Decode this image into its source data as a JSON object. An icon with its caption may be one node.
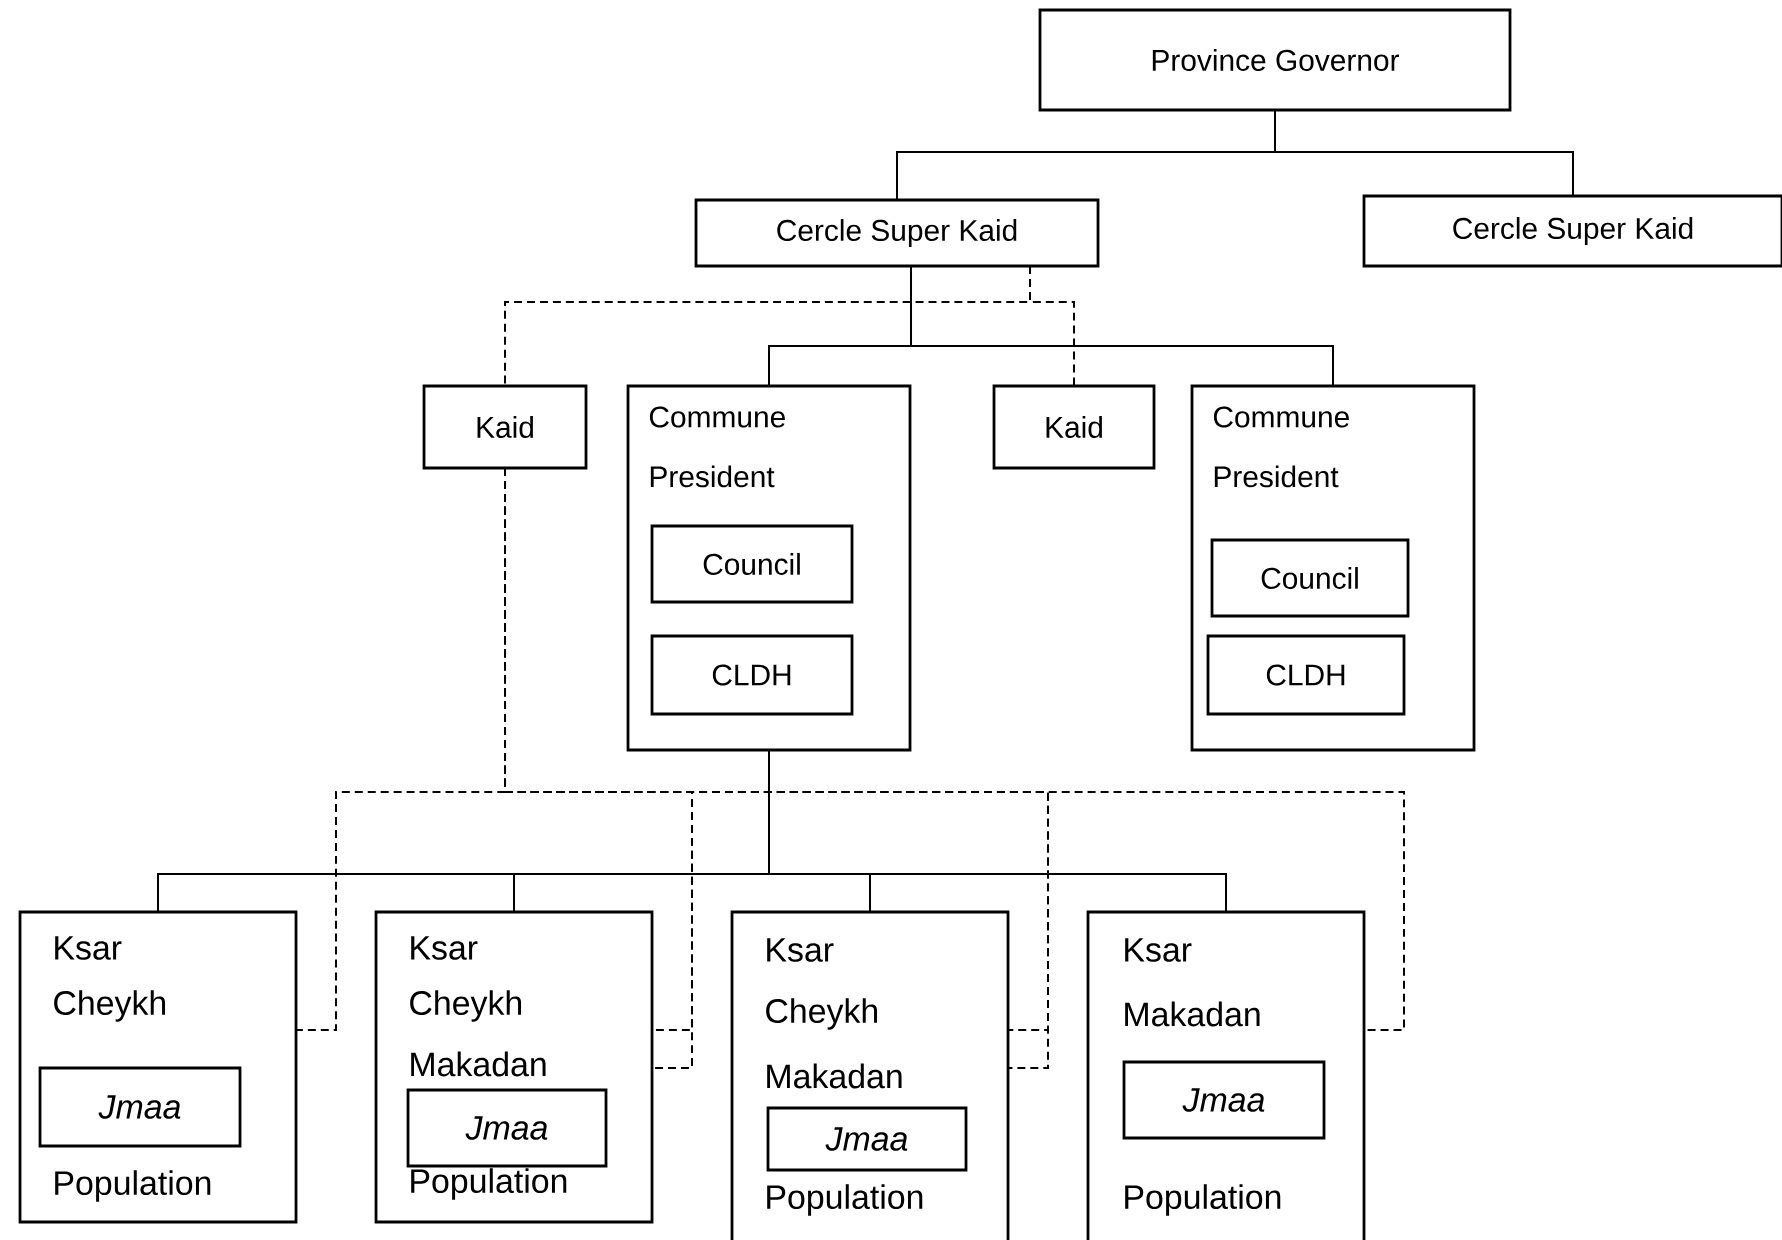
{
  "diagram": {
    "nodes": [
      {
        "text": [
          "Province Governor"
        ]
      },
      {
        "text": [
          "Cercle Super Kaid"
        ]
      },
      {
        "text": [
          "Cercle Super Kaid"
        ]
      },
      {
        "text": [
          "Kaid"
        ]
      },
      {
        "text": [
          "Commune President"
        ]
      },
      {
        "text": [
          "Council"
        ],
        "in": 4
      },
      {
        "text": [
          "CLDH"
        ],
        "in": 4
      },
      {
        "text": [
          "Kaid"
        ]
      },
      {
        "text": [
          "Commune President"
        ]
      },
      {
        "text": [
          "Council"
        ],
        "in": 8
      },
      {
        "text": [
          "CLDH"
        ],
        "in": 8
      },
      {
        "text": [
          "Ksar",
          "Cheykh",
          "Population"
        ]
      },
      {
        "text": [
          "Jmaa"
        ],
        "in": 11
      },
      {
        "text": [
          "Ksar",
          "Cheykh",
          "Makadan",
          "Population"
        ]
      },
      {
        "text": [
          "Jmaa"
        ],
        "in": 13
      },
      {
        "text": [
          "Ksar",
          "Cheykh",
          "Makadan",
          "Population"
        ]
      },
      {
        "text": [
          "Jmaa"
        ],
        "in": 15
      },
      {
        "text": [
          "Ksar",
          "Makadan",
          "Population"
        ]
      },
      {
        "text": [
          "Jmaa"
        ],
        "in": 17
      }
    ],
    "edges": [
      {
        "from": 0,
        "to": 1,
        "arrow": "none"
      },
      {
        "from": 0,
        "to": 2,
        "arrow": "none"
      },
      {
        "from": 1,
        "to": 4,
        "arrow": "none"
      },
      {
        "from": 1,
        "to": 8,
        "arrow": "none"
      },
      {
        "from": 1,
        "to": 3,
        "arrow": "none",
        "style": "dashed"
      },
      {
        "from": 1,
        "to": 7,
        "arrow": "none",
        "style": "dashed"
      },
      {
        "from": 4,
        "to": 11,
        "arrow": "none"
      },
      {
        "from": 4,
        "to": 13,
        "arrow": "none"
      },
      {
        "from": 4,
        "to": 15,
        "arrow": "none"
      },
      {
        "from": 4,
        "to": 17,
        "arrow": "none"
      },
      {
        "from": 3,
        "to": 11,
        "arrow": "none",
        "style": "dashed"
      },
      {
        "from": 3,
        "to": 13,
        "arrow": "none",
        "style": "dashed"
      },
      {
        "from": 3,
        "to": 13,
        "arrow": "none",
        "style": "dashed"
      },
      {
        "from": 3,
        "to": 15,
        "arrow": "none",
        "style": "dashed"
      },
      {
        "from": 3,
        "to": 15,
        "arrow": "none",
        "style": "dashed"
      },
      {
        "from": 3,
        "to": 17,
        "arrow": "none",
        "style": "dashed"
      }
    ]
  }
}
